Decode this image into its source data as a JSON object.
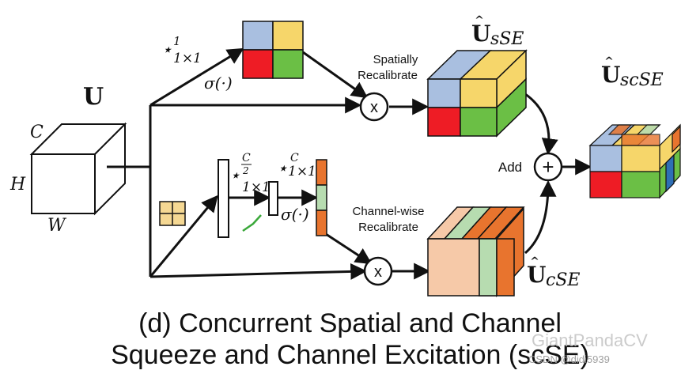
{
  "labels": {
    "U": "U",
    "C": "C",
    "H": "H",
    "W": "W",
    "conv_top_star": "⋆",
    "conv_top_sup": "1",
    "conv_top_sub": "1×1",
    "sigma_top": "σ(·)",
    "spatially_line1": "Spatially",
    "spatially_line2": "Recalibrate",
    "x_top": "x",
    "U_sSE_hat": "^",
    "U_sSE_main": "U",
    "U_sSE_sub": "sSE",
    "add": "Add",
    "plus": "+",
    "U_scSE_hat": "^",
    "U_scSE_main": "U",
    "U_scSE_sub": "scSE",
    "conv_mid1_star": "⋆",
    "conv_mid1_sup_num": "C",
    "conv_mid1_sup_den": "2",
    "conv_mid1_sub": "1×1",
    "conv_mid2_star": "⋆",
    "conv_mid2_sup": "C",
    "conv_mid2_sub": "1×1",
    "sigma_bottom": "σ(·)",
    "channelwise_line1": "Channel-wise",
    "channelwise_line2": "Recalibrate",
    "x_bottom": "x",
    "U_cSE_hat": "^",
    "U_cSE_main": "U",
    "U_cSE_sub": "cSE"
  },
  "caption": {
    "line1": "(d) Concurrent Spatial and Channel",
    "line2": "Squeeze and Channel Excitation (scSE)"
  },
  "watermark": {
    "line1": "GiantPandaCV",
    "line2": "CSDN @didi5939"
  },
  "colors": {
    "blue": "#a9bfe0",
    "yellow": "#f6d66a",
    "red": "#ee1c25",
    "green": "#6bbf45",
    "orange": "#e8742e",
    "peach": "#f6c9a8",
    "lightgreen": "#b7dcb0",
    "darkblue": "#2e6fb5",
    "pool_fill": "#f5d893"
  }
}
